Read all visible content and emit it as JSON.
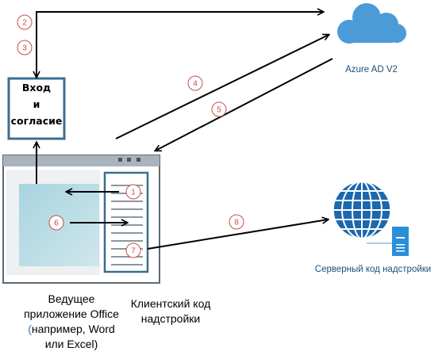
{
  "login_box": {
    "line1": "Вход",
    "line2": "и",
    "line3": "согласие"
  },
  "azure": {
    "label": "Azure AD V2"
  },
  "server": {
    "label": "Серверный код надстройки"
  },
  "host": {
    "line1": "Ведущее",
    "line2": "приложение Office",
    "paren": "(",
    "line3": "например, Word",
    "line4": "или Excel)"
  },
  "client": {
    "line1": "Клиентский код",
    "line2": "надстройки"
  },
  "steps": [
    "1",
    "2",
    "3",
    "4",
    "5",
    "6",
    "7",
    "8"
  ],
  "colors": {
    "accent_blue": "#4a9bd8",
    "box_border": "#3b6e8f",
    "step_red": "#c0504d",
    "label_blue": "#1f4e79",
    "paren_blue": "#2e75b6"
  }
}
